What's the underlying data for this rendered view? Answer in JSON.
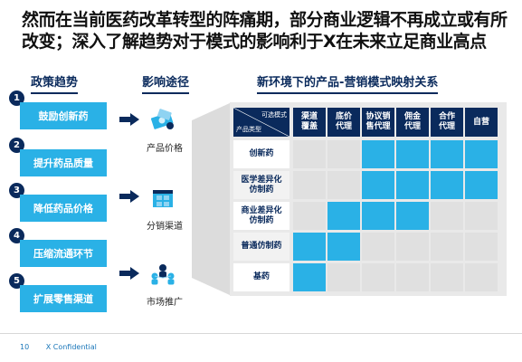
{
  "title": {
    "line1": "然而在当前医药改革转型的阵痛期，部分商业逻辑不再成立或有所",
    "line2": "改变；深入了解趋势对于模式的影响利于X在未来立足商业高点"
  },
  "columns": {
    "policy": "政策趋势",
    "impact": "影响途径",
    "matrix": "新环境下的产品-营销模式映射关系"
  },
  "policies": [
    {
      "num": "1",
      "label": "鼓励创新药"
    },
    {
      "num": "2",
      "label": "提升药品质量"
    },
    {
      "num": "3",
      "label": "降低药品价格"
    },
    {
      "num": "4",
      "label": "压缩流通环节"
    },
    {
      "num": "5",
      "label": "扩展零售渠道"
    }
  ],
  "impacts": [
    {
      "label": "产品价格",
      "icon": "money-tag-icon"
    },
    {
      "label": "分销渠道",
      "icon": "warehouse-icon"
    },
    {
      "label": "市场推广",
      "icon": "people-network-icon"
    }
  ],
  "matrix": {
    "corner_top": "可选模式",
    "corner_bottom": "产品类型",
    "columns": [
      "渠道\n覆盖",
      "底价\n代理",
      "协议销\n售代理",
      "佣金\n代理",
      "合作\n代理",
      "自营"
    ],
    "rows": [
      "创新药",
      "医学差异化\n仿制药",
      "商业差异化\n仿制药",
      "普通仿制药",
      "基药"
    ],
    "highlight": [
      [
        false,
        false,
        true,
        true,
        true,
        true
      ],
      [
        false,
        false,
        true,
        true,
        true,
        true
      ],
      [
        false,
        true,
        true,
        true,
        false,
        false
      ],
      [
        true,
        true,
        false,
        false,
        false,
        false
      ],
      [
        true,
        false,
        false,
        false,
        false,
        false
      ]
    ],
    "colors": {
      "highlight": "#2ab1e6",
      "blank": "#e0e0e0",
      "header": "#0a2a5c"
    }
  },
  "footer": {
    "page": "10",
    "label": "X Confidential"
  }
}
